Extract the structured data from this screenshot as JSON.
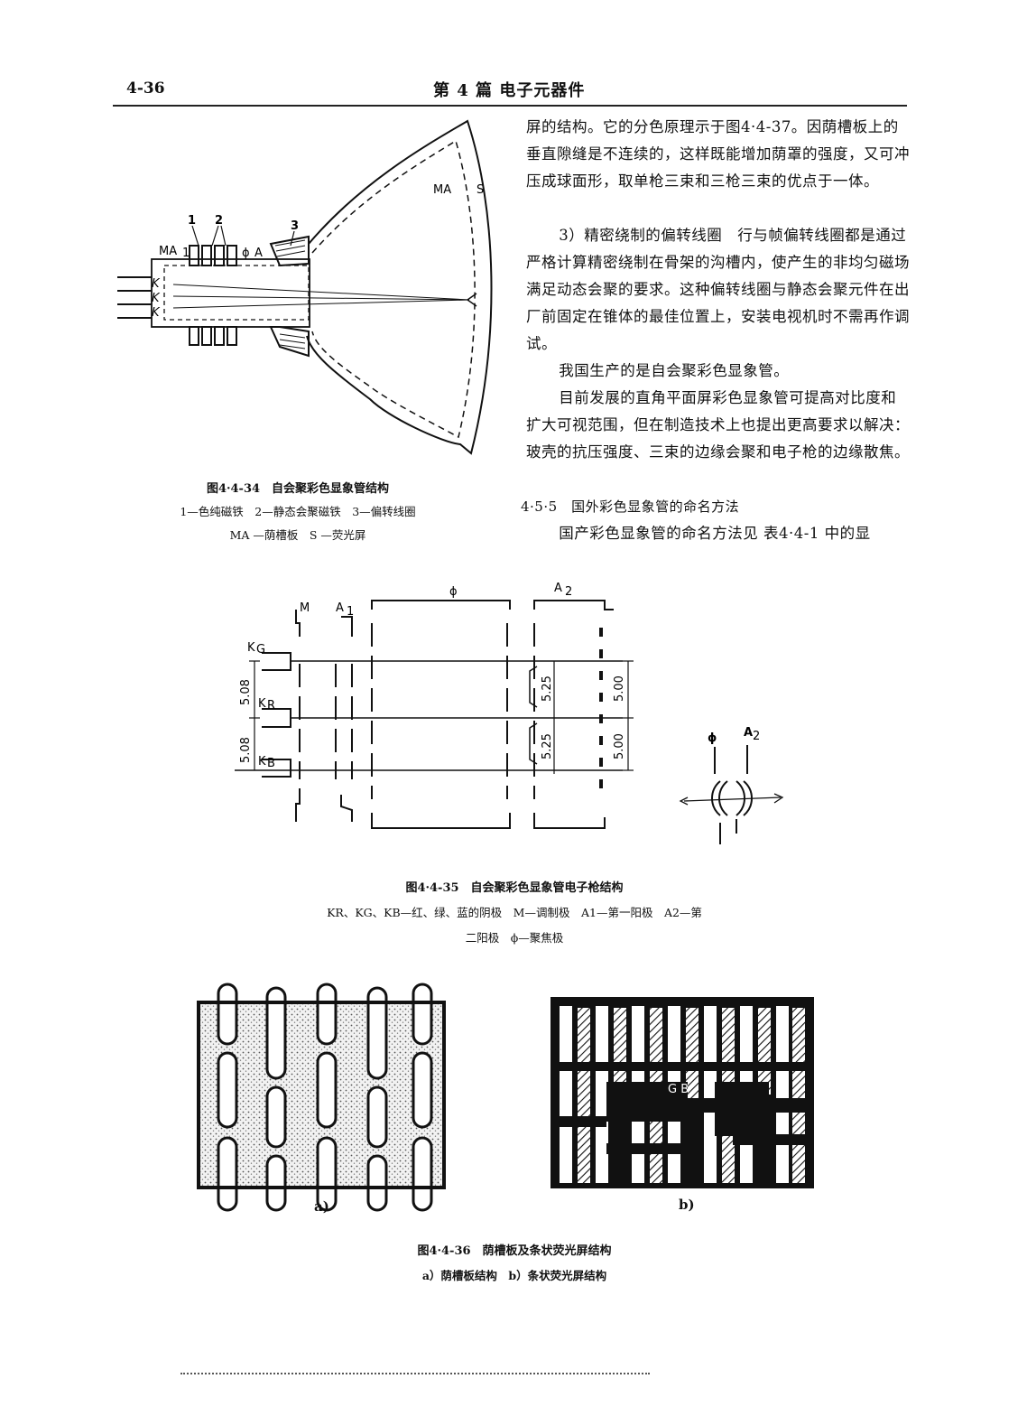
{
  "header": {
    "page_number": "4-36",
    "section_title": "第 4 篇 电子元器件"
  },
  "body_text": {
    "p1": "屏的结构。它的分色原理示于图4·4-37。因荫槽板上的垂直隙缝是不连续的，这样既能增加荫罩的强度，又可冲压成球面形，取单枪三束和三枪三束的优点于一体。",
    "p2": "3）精密绕制的偏转线圈　行与帧偏转线圈都是通过严格计算精密绕制在骨架的沟槽内，使产生的非均匀磁场满足动态会聚的要求。这种偏转线圈与静态会聚元件在出厂前固定在锥体的最佳位置上，安装电视机时不需再作调试。",
    "p3": "我国生产的是自会聚彩色显象管。",
    "p4": "目前发展的直角平面屏彩色显象管可提高对比度和扩大可视范围，但在制造技术上也提出更高要求以解决：玻壳的抗压强度、三束的边缘会聚和电子枪的边缘散焦。",
    "section_heading": "4·5·5　国外彩色显象管的命名方法",
    "p5": "国产彩色显象管的命名方法见 表4·4-1 中的显"
  },
  "fig34": {
    "caption_title": "图4·4-34　自会聚彩色显象管结构",
    "caption_line2": "1—色纯磁铁　2—静态会聚磁铁　3—偏转线圈",
    "caption_line3": "MA —荫槽板　S —荧光屏",
    "labels": {
      "n1": "1",
      "n2": "2",
      "n3": "3",
      "ma_screen": "MA",
      "s_screen": "S",
      "ma_gun": "MA",
      "a1": "1",
      "phi": "ϕ",
      "a2": "A",
      "kg": "K",
      "kr": "K",
      "kb": "K"
    }
  },
  "fig35": {
    "caption_title": "图4·4-35　自会聚彩色显象管电子枪结构",
    "caption_line2": "KR、KG、KB—红、绿、蓝的阴极　M—调制极　A1—第一阳极　A2—第",
    "caption_line3": "二阳极　ϕ—聚焦极",
    "labels": {
      "m": "M",
      "a1": "A",
      "a1_sub": "1",
      "phi": "ϕ",
      "a2": "A",
      "a2_sub": "2",
      "kg": "K",
      "kg_sub": "G",
      "kr": "K",
      "kr_sub": "R",
      "kb": "K",
      "kb_sub": "B",
      "dim_508_top": "5.08",
      "dim_508_bot": "5.08",
      "dim_525_top": "5.25",
      "dim_525_bot": "5.25",
      "dim_500_top": "5.00",
      "dim_500_bot": "5.00",
      "inset_phi": "ϕ",
      "inset_a2": "A",
      "inset_a2_sub": "2"
    }
  },
  "fig36": {
    "caption_title": "图4·4-36　荫槽板及条状荧光屏结构",
    "caption_line2": "a）荫槽板结构　b）条状荧光屏结构",
    "label_a": "a)",
    "label_b": "b)",
    "inner_b_letters": "G B"
  }
}
